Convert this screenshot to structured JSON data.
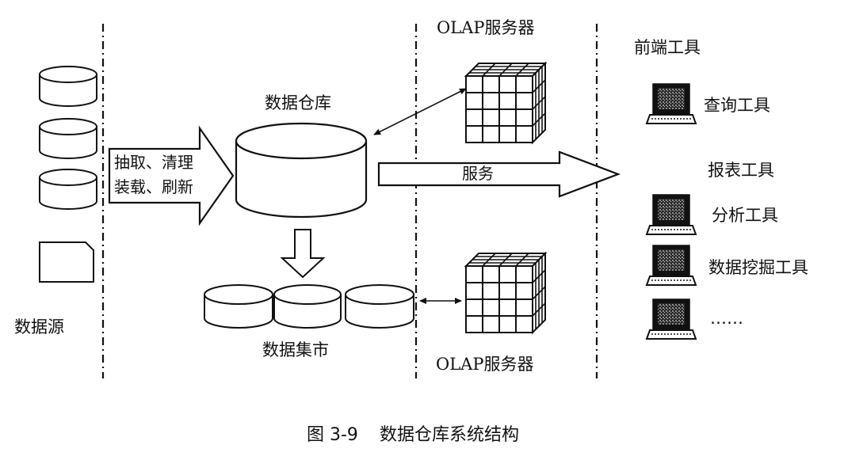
{
  "labels": {
    "data_source": "数据源",
    "data_warehouse": "数据仓库",
    "data_mart": "数据集市",
    "olap_server_top": "OLAP服务器",
    "olap_server_bottom": "OLAP服务器",
    "frontend_tools": "前端工具"
  },
  "etl_arrow": {
    "line1": "抽取、清理",
    "line2": "装载、刷新"
  },
  "service_arrow": {
    "label": "服务"
  },
  "tools": [
    {
      "name": "查询工具",
      "has_icon": true
    },
    {
      "name": "报表工具",
      "has_icon": false
    },
    {
      "name": "分析工具",
      "has_icon": true
    },
    {
      "name": "数据挖掘工具",
      "has_icon": true
    },
    {
      "name": "……",
      "has_icon": true
    }
  ],
  "caption": {
    "figure_number": "图 3-9",
    "title": "数据仓库系统结构"
  }
}
